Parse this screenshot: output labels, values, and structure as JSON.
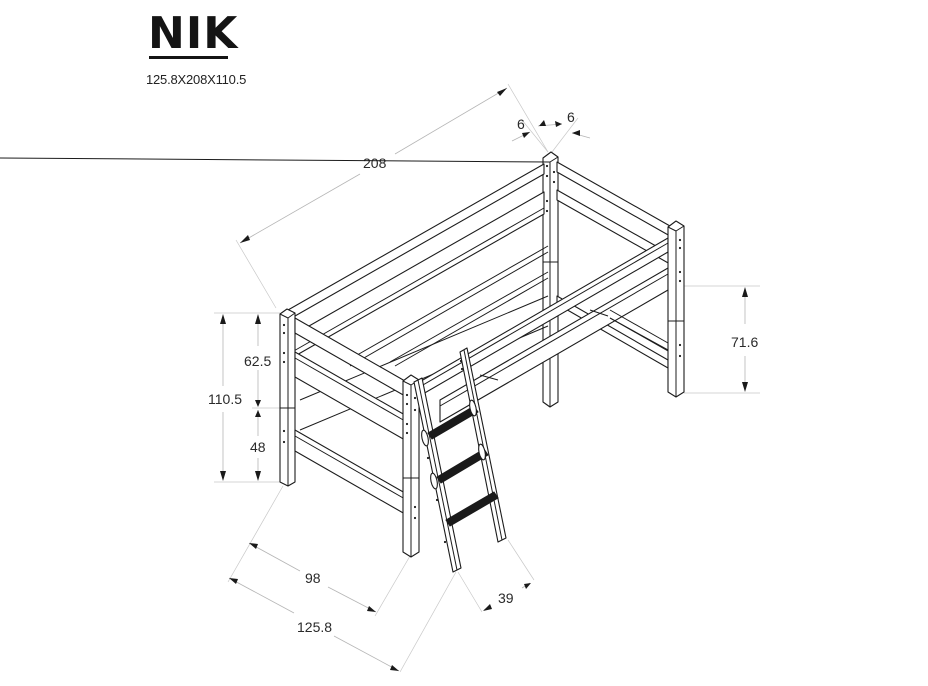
{
  "header": {
    "title": "NIK",
    "dimensions_summary": "125.8X208X110.5"
  },
  "drawing": {
    "subject": "loft-bed-with-ladder",
    "line_color": "#1c1c1c",
    "dimension_line_color": "#b5b5b5",
    "tread_color": "#1a1a1a"
  },
  "dimensions": {
    "length": "208",
    "post_width_left": "6",
    "post_width_right": "6",
    "upper_section_height": "62.5",
    "total_height": "110.5",
    "lower_section_height": "48",
    "clearance_height": "71.6",
    "inner_width": "98",
    "total_width": "125.8",
    "ladder_width": "39"
  }
}
